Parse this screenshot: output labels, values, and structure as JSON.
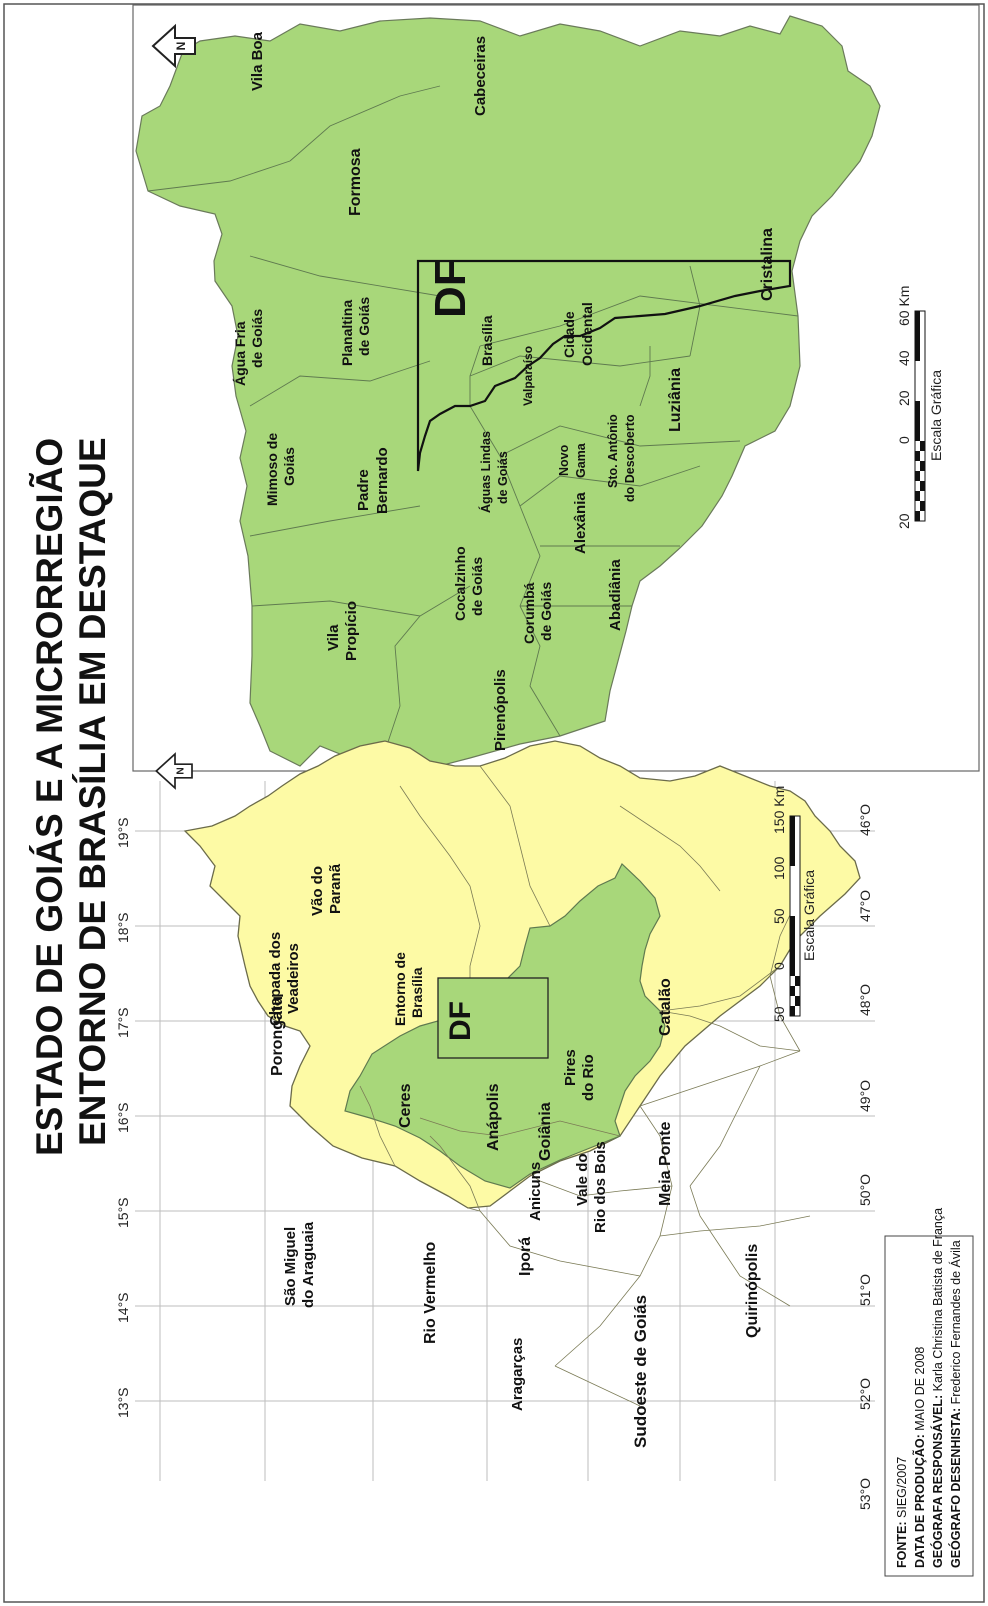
{
  "title": {
    "line1": "ESTADO DE GOIÁS E A MICRORREGIÃO",
    "line2": "ENTORNO DE BRASÍLIA EM DESTAQUE"
  },
  "colors": {
    "goias_fill": "#fdfaa5",
    "entorno_fill": "#a8d77a",
    "border": "#6b6b4a",
    "grid": "#bdbdbd"
  },
  "icons": {
    "north_arrow": "north-arrow-icon"
  },
  "goias_map": {
    "north_label": "N",
    "lat_labels": [
      "13°S",
      "14°S",
      "15°S",
      "16°S",
      "17°S",
      "18°S",
      "19°S"
    ],
    "lon_labels": [
      "53°O",
      "52°O",
      "51°O",
      "50°O",
      "49°O",
      "48°O",
      "47°O",
      "46°O"
    ],
    "regions": {
      "sao_miguel_1": "São Miguel",
      "sao_miguel_2": "do Araguaia",
      "rio_vermelho": "Rio Vermelho",
      "aragarcas": "Aragarças",
      "sudoeste": "Sudoeste de Goiás",
      "quirinopolis": "Quirinópolis",
      "porongatu": "Porongatu",
      "ceres": "Ceres",
      "ipora": "Iporá",
      "anicuns": "Anicuns",
      "vale_1": "Vale do",
      "vale_2": "Rio dos Bois",
      "meia_ponte": "Meia Ponte",
      "anapolis": "Anápolis",
      "goiania": "Goiânia",
      "pires_1": "Pires",
      "pires_2": "do Rio",
      "catalao": "Catalão",
      "chapada_1": "Chapada dos",
      "chapada_2": "Veadeiros",
      "vao_1": "Vão do",
      "vao_2": "Paranã",
      "entorno_1": "Entorno de",
      "entorno_2": "Brasília",
      "df": "DF"
    },
    "scale": {
      "labels": [
        "50",
        "0",
        "50",
        "100",
        "150 Km"
      ],
      "caption": "Escala Gráfica"
    }
  },
  "entorno_map": {
    "north_label": "N",
    "municipalities": {
      "vila_boa": "Vila Boa",
      "cabeceiras": "Cabeceiras",
      "formosa": "Formosa",
      "agua_fria_1": "Água Fria",
      "agua_fria_2": "de Goiás",
      "planaltina_1": "Planaltina",
      "planaltina_2": "de Goiás",
      "df": "DF",
      "brasilia": "Brasília",
      "valparaiso": "Valparaíso",
      "cidade_1": "Cidade",
      "cidade_2": "Ocidental",
      "mimoso_1": "Mimoso de",
      "mimoso_2": "Goiás",
      "padre_1": "Padre",
      "padre_2": "Bernardo",
      "aguas_lindas_1": "Águas Lindas",
      "aguas_lindas_2": "de Goiás",
      "novo_gama_1": "Novo",
      "novo_gama_2": "Gama",
      "sto_antonio_1": "Sto. Antônio",
      "sto_antonio_2": "do Descoberto",
      "luziania": "Luziânia",
      "cristalina": "Cristalina",
      "vila_propicio_1": "Vila",
      "vila_propicio_2": "Propício",
      "cocalzinho_1": "Cocalzinho",
      "cocalzinho_2": "de Goiás",
      "corumba_1": "Corumbá",
      "corumba_2": "de Goiás",
      "alexania": "Alexânia",
      "abadiania": "Abadiânia",
      "pirenopolis": "Pirenópolis"
    },
    "scale": {
      "labels": [
        "20",
        "0",
        "20",
        "40",
        "60 Km"
      ],
      "caption": "Escala Gráfica"
    }
  },
  "credits": {
    "fonte_label": "FONTE:",
    "fonte_value": " SIEG/2007",
    "data_label": "DATA DE PRODUÇÃO:",
    "data_value": " MAIO DE 2008",
    "geografa_label": "GEÓGRAFA RESPONSÁVEL:",
    "geografa_value": " Karla Christina Batista de França",
    "geografo_label": "GEÓGRAFO DESENHISTA:",
    "geografo_value": " Frederico Fernandes de Ávila"
  }
}
